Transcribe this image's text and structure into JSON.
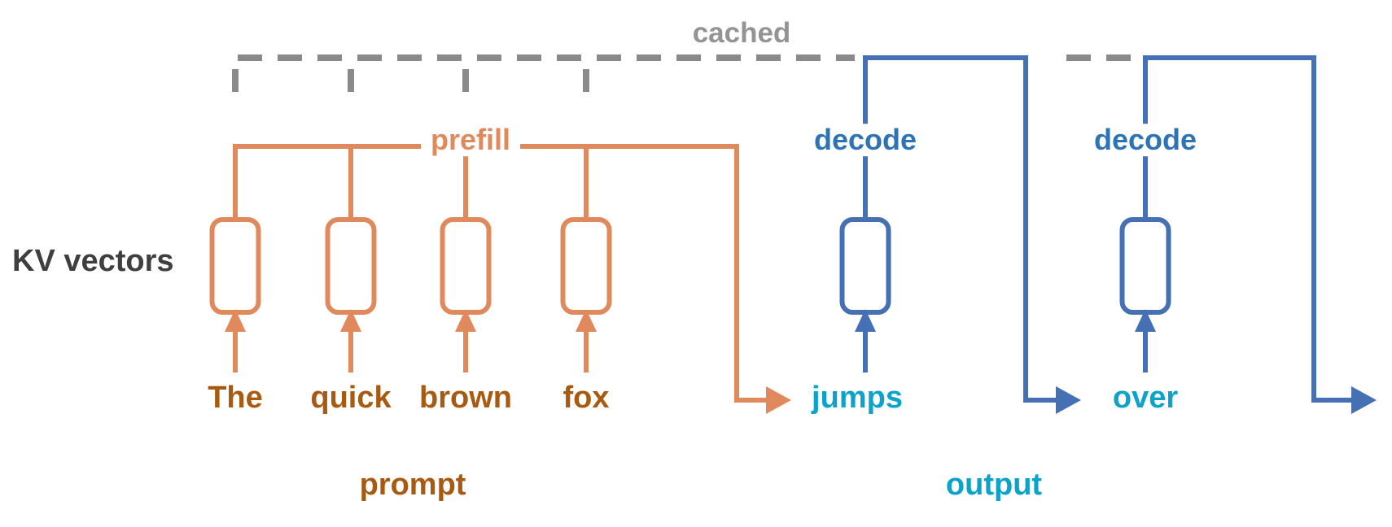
{
  "colors": {
    "orange": "#E0895C",
    "orange_dark": "#A85B10",
    "blue": "#4571B4",
    "blue_text": "#2E74B5",
    "cyan": "#0BA3C9",
    "gray": "#8A8A8A",
    "gray_text": "#949494",
    "dark": "#3F3F3F"
  },
  "labels": {
    "cached": "cached",
    "prefill": "prefill",
    "decode_1": "decode",
    "decode_2": "decode",
    "kv_vectors": "KV vectors",
    "prompt_group": "prompt",
    "output_group": "output"
  },
  "prompt_tokens": [
    "The",
    "quick",
    "brown",
    "fox"
  ],
  "output_tokens": [
    "jumps",
    "over"
  ]
}
